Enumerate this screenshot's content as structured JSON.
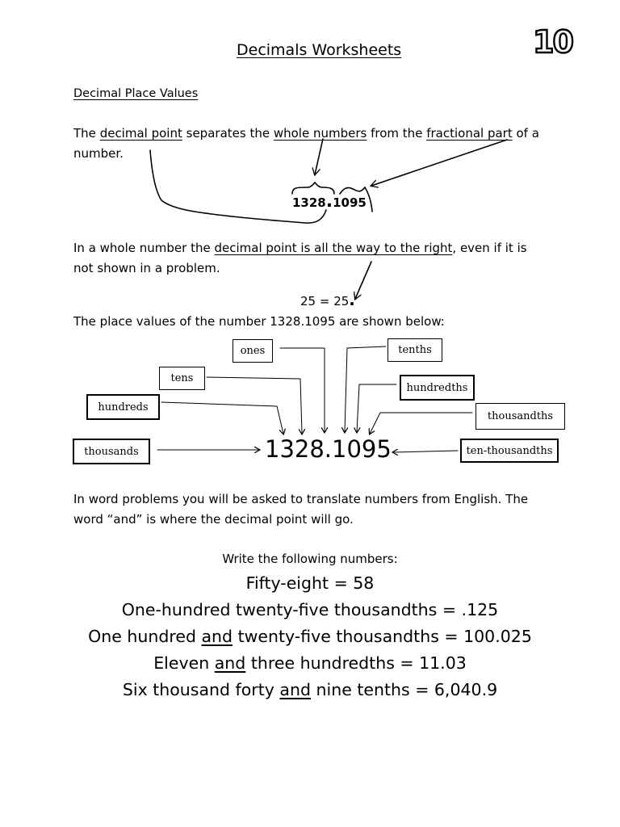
{
  "page_number": "10",
  "title": "Decimals Worksheets",
  "section_heading": "Decimal Place Values",
  "intro": {
    "w1": "The",
    "decimal_point": "decimal point",
    "w2": "separates the",
    "whole_numbers": "whole numbers",
    "w3": "from the",
    "fractional_part": "fractional part",
    "w4": "of a",
    "line2": "number."
  },
  "example_number_whole": "1328",
  "example_number_dot": ".",
  "example_number_frac": "1095",
  "whole_number_text": {
    "w1": "In a whole number the",
    "underlined": "decimal point is all the way to the right",
    "w2": ", even if it is",
    "line2": "not shown in a problem."
  },
  "whole_example": "25 = 25",
  "whole_example_dot": ".",
  "place_values_intro": "The place values of the number 1328.1095 are shown below:",
  "place_value_number": "1328.1095",
  "place_labels": {
    "ones": "ones",
    "tenths": "tenths",
    "tens": "tens",
    "hundredths": "hundredths",
    "hundreds": "hundreds",
    "thousandths": "thousandths",
    "thousands": "thousands",
    "ten_thousandths": "ten-thousandths"
  },
  "word_problems": {
    "line1": "In word problems you will be asked to translate numbers from English. The",
    "line2": "word “and” is where the decimal point will go."
  },
  "write_heading": "Write the following numbers:",
  "examples": [
    {
      "a": "Fifty-eight = 58",
      "and": "",
      "b": ""
    },
    {
      "a": "One-hundred twenty-five thousandths = .125",
      "and": "",
      "b": ""
    },
    {
      "a": "One hundred ",
      "and": "and",
      "b": " twenty-five thousandths = 100.025"
    },
    {
      "a": "Eleven ",
      "and": "and",
      "b": " three hundredths = 11.03"
    },
    {
      "a": "Six thousand forty ",
      "and": "and",
      "b": " nine tenths = 6,040.9"
    }
  ]
}
